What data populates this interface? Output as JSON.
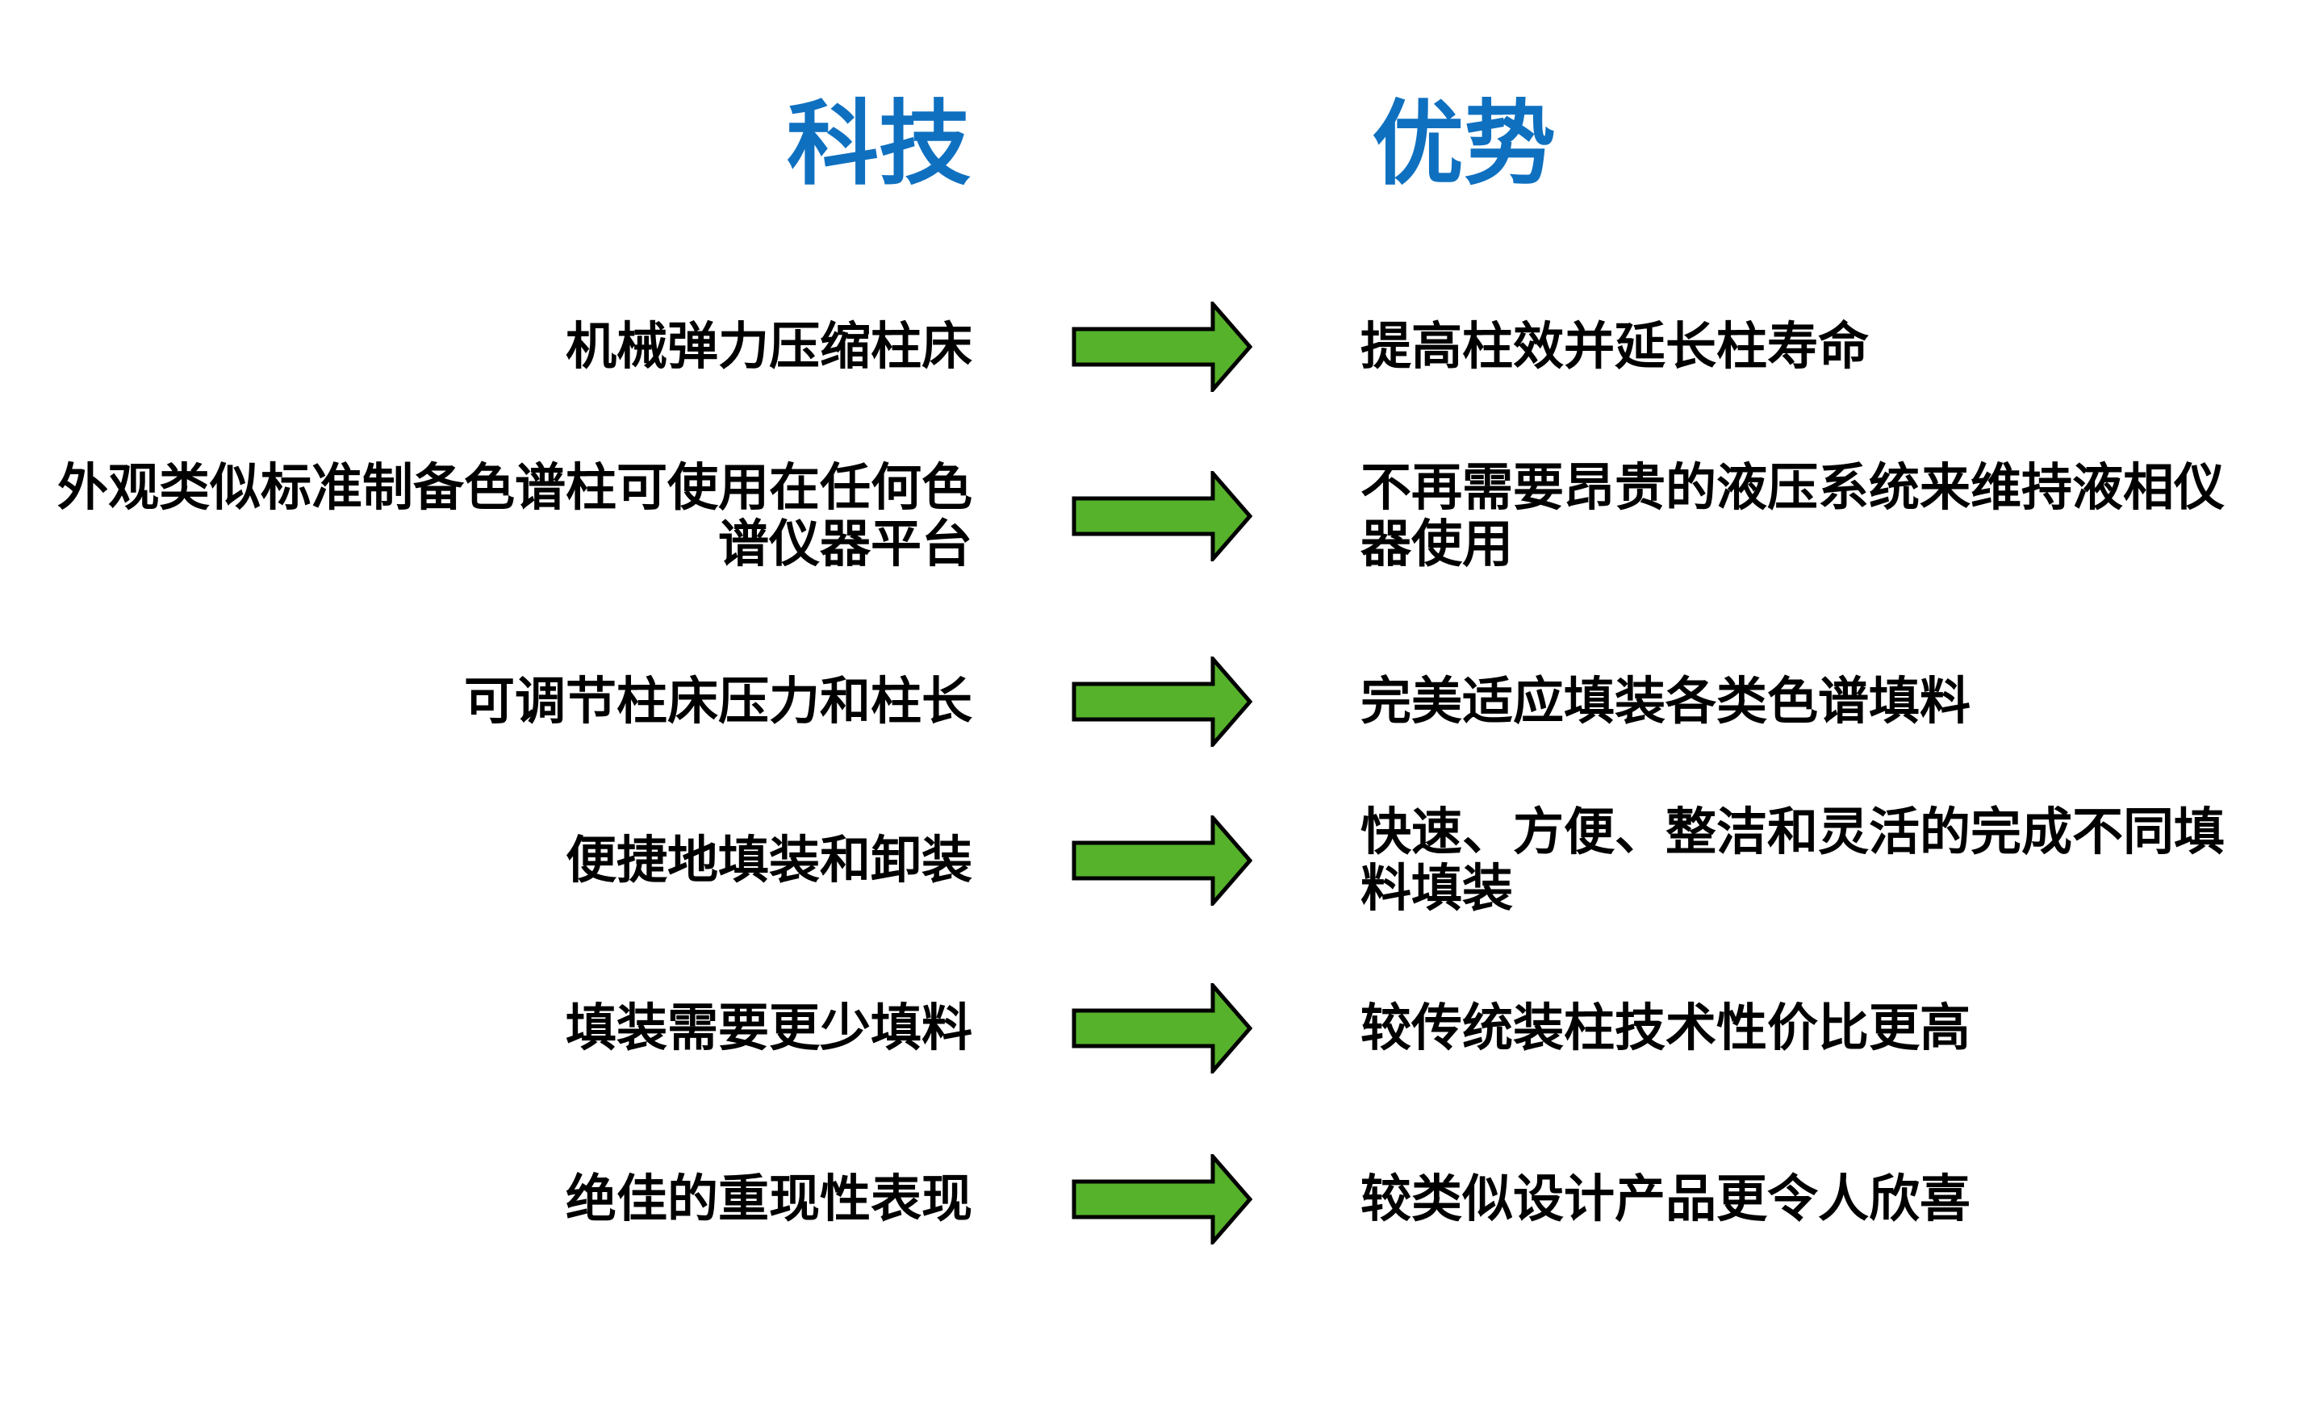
{
  "header": {
    "tech_title": "科技",
    "advantage_title": "优势"
  },
  "colors": {
    "background": "#FFFFFF",
    "title": "#0F70C0",
    "body_text": "#000000",
    "arrow_fill": "#56B22B",
    "arrow_outline": "#000000"
  },
  "icons": {
    "arrow": "right-arrow"
  },
  "rows": [
    {
      "tech": "机械弹力压缩柱床",
      "advantage": "提高柱效并延长柱寿命"
    },
    {
      "tech": "外观类似标准制备色谱柱可使用在任何色谱仪器平台",
      "advantage": "不再需要昂贵的液压系统来维持液相仪器使用"
    },
    {
      "tech": "可调节柱床压力和柱长",
      "advantage": "完美适应填装各类色谱填料"
    },
    {
      "tech": "便捷地填装和卸装",
      "advantage": "快速、方便、整洁和灵活的完成不同填料填装"
    },
    {
      "tech": "填装需要更少填料",
      "advantage": "较传统装柱技术性价比更高"
    },
    {
      "tech": "绝佳的重现性表现",
      "advantage": "较类似设计产品更令人欣喜"
    }
  ]
}
